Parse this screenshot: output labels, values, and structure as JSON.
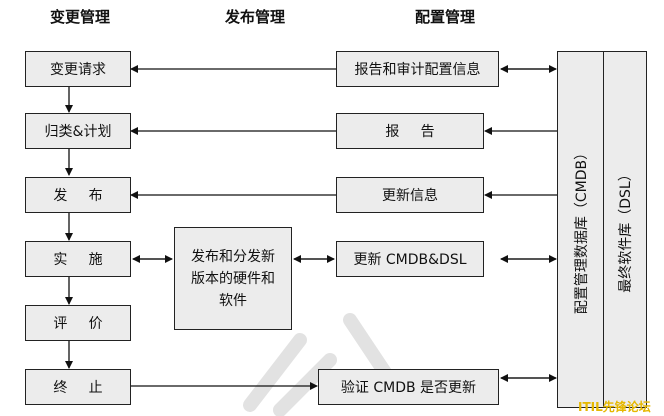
{
  "headers": {
    "change": "变更管理",
    "release": "发布管理",
    "config": "配置管理"
  },
  "change_steps": [
    "变更请求",
    "归类&计划",
    "发  布",
    "实  施",
    "评  价",
    "终  止"
  ],
  "config_boxes": [
    "报告和审计配置信息",
    "报  告",
    "更新信息",
    "更新 CMDB&DSL",
    "验证 CMDB 是否更新"
  ],
  "release_box": {
    "lines": [
      "发布和分发新",
      "版本的硬件和",
      "软件"
    ]
  },
  "databases": {
    "cmdb": "配置管理数据库（CMDB）",
    "dsl": "最终软件库（DSL）"
  },
  "watermark": "ITIL先锋论坛",
  "colors": {
    "box_fill": "#ececec",
    "border": "#222222",
    "watermark": "#e6b800"
  }
}
